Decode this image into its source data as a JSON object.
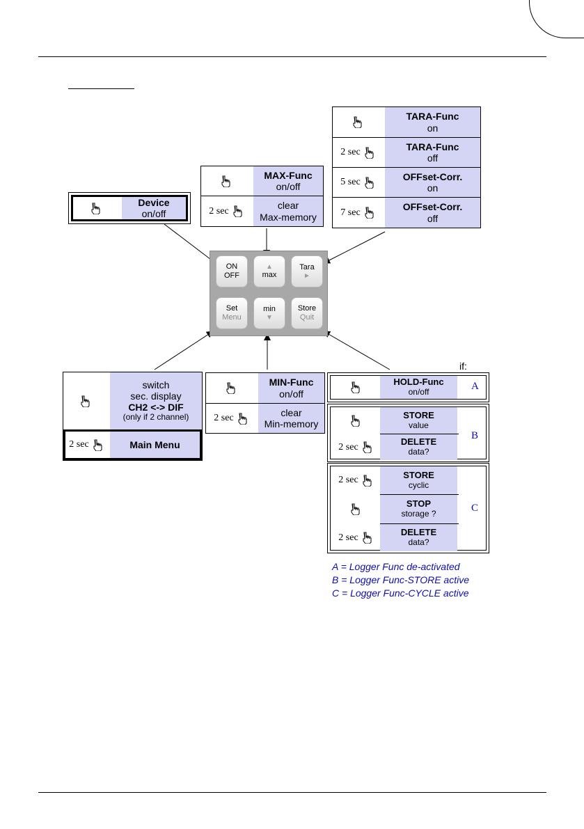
{
  "device_panel": {
    "title": "Device",
    "sub": "on/off"
  },
  "max_panel": {
    "row1": {
      "title": "MAX-Func",
      "sub": "on/off"
    },
    "row2": {
      "secs": "2 sec",
      "title": "clear",
      "sub": "Max-memory"
    }
  },
  "tara_panel": {
    "row1": {
      "title": "TARA-Func",
      "sub": "on"
    },
    "row2": {
      "secs": "2 sec",
      "title": "TARA-Func",
      "sub": "off"
    },
    "row3": {
      "secs": "5 sec",
      "title": "OFFset-Corr.",
      "sub": "on"
    },
    "row4": {
      "secs": "7 sec",
      "title": "OFFset-Corr.",
      "sub": "off"
    }
  },
  "keypad": {
    "k1": {
      "top": "ON",
      "bottom": "OFF"
    },
    "k2": {
      "top": "▲",
      "bottom": "max"
    },
    "k3": {
      "top": "Tara",
      "bottom": "►"
    },
    "k4": {
      "top": "Set",
      "bottom": "Menu"
    },
    "k5": {
      "top": "min",
      "bottom": "▼"
    },
    "k6": {
      "top": "Store",
      "bottom": "Quit"
    }
  },
  "switch_panel": {
    "l1": "switch",
    "l2": "sec. display",
    "l3": "CH2 <-> DIF",
    "l4": "(only if 2 channel)",
    "menu_secs": "2 sec",
    "menu_label": "Main Menu"
  },
  "min_panel": {
    "row1": {
      "title": "MIN-Func",
      "sub": "on/off"
    },
    "row2": {
      "secs": "2 sec",
      "title": "clear",
      "sub": "Min-memory"
    }
  },
  "if_label": "if:",
  "logger": {
    "a": {
      "title": "HOLD-Func",
      "sub": "on/off",
      "letter": "A"
    },
    "b": {
      "r1": {
        "title": "STORE",
        "sub": "value"
      },
      "r2": {
        "secs": "2 sec",
        "title": "DELETE",
        "sub": "data?"
      },
      "letter": "B"
    },
    "c": {
      "r1": {
        "secs": "2 sec",
        "title": "STORE",
        "sub": "cyclic"
      },
      "r2": {
        "title": "STOP",
        "sub": "storage ?"
      },
      "r3": {
        "secs": "2 sec",
        "title": "DELETE",
        "sub": "data?"
      },
      "letter": "C"
    }
  },
  "legend": {
    "a": "A = Logger Func de-activated",
    "b": "B = Logger Func-STORE active",
    "c": "C = Logger Func-CYCLE active"
  },
  "colors": {
    "cell_fill": "#d4d4f4",
    "legend": "#0d0dab"
  }
}
